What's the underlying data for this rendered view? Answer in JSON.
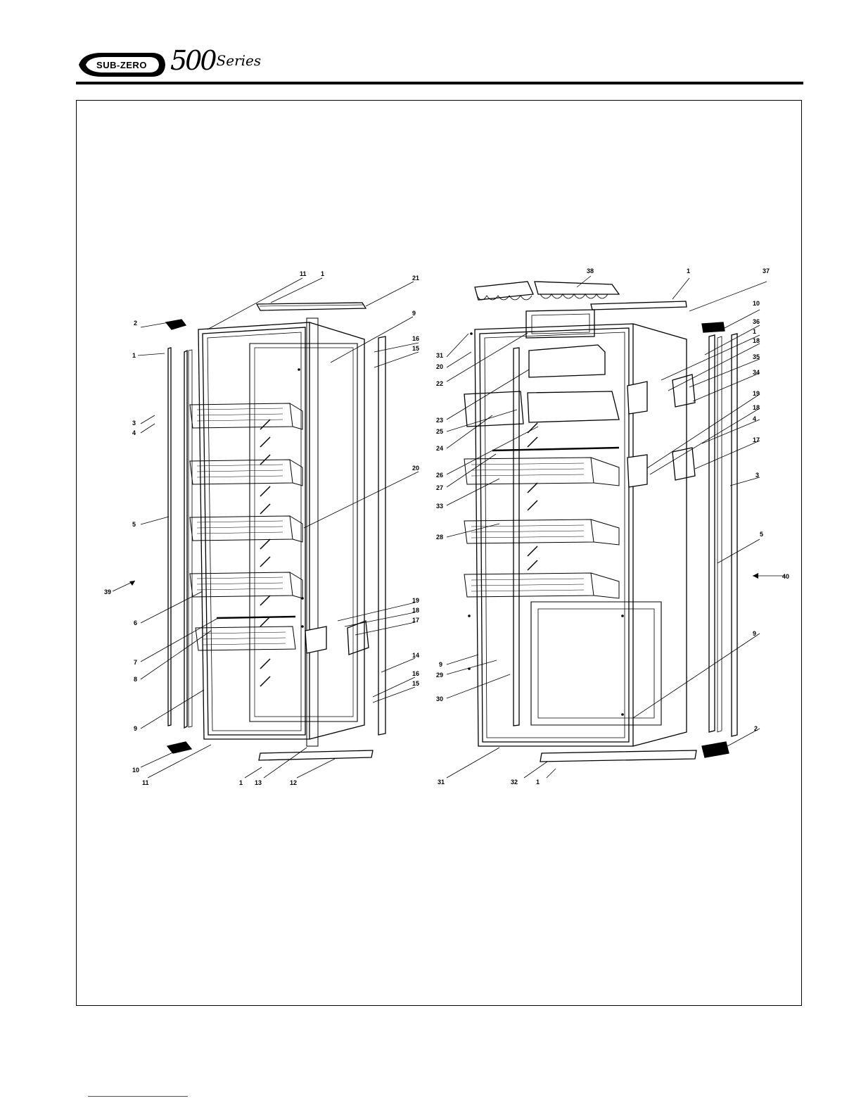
{
  "header": {
    "brand": "SUB-ZERO",
    "series_number": "500",
    "series_word": "Series"
  },
  "diagram": {
    "left_door_callouts": [
      {
        "id": "l-11a",
        "text": "11"
      },
      {
        "id": "l-1a",
        "text": "1"
      },
      {
        "id": "l-21",
        "text": "21"
      },
      {
        "id": "l-2",
        "text": "2"
      },
      {
        "id": "l-9a",
        "text": "9"
      },
      {
        "id": "l-16a",
        "text": "16"
      },
      {
        "id": "l-15a",
        "text": "15"
      },
      {
        "id": "l-1b",
        "text": "1"
      },
      {
        "id": "l-3",
        "text": "3"
      },
      {
        "id": "l-4",
        "text": "4"
      },
      {
        "id": "l-20",
        "text": "20"
      },
      {
        "id": "l-5",
        "text": "5"
      },
      {
        "id": "l-39",
        "text": "39"
      },
      {
        "id": "l-19",
        "text": "19"
      },
      {
        "id": "l-18",
        "text": "18"
      },
      {
        "id": "l-17",
        "text": "17"
      },
      {
        "id": "l-6",
        "text": "6"
      },
      {
        "id": "l-7",
        "text": "7"
      },
      {
        "id": "l-14",
        "text": "14"
      },
      {
        "id": "l-8",
        "text": "8"
      },
      {
        "id": "l-16b",
        "text": "16"
      },
      {
        "id": "l-15b",
        "text": "15"
      },
      {
        "id": "l-9b",
        "text": "9"
      },
      {
        "id": "l-10",
        "text": "10"
      },
      {
        "id": "l-11b",
        "text": "11"
      },
      {
        "id": "l-1c",
        "text": "1"
      },
      {
        "id": "l-13",
        "text": "13"
      },
      {
        "id": "l-12",
        "text": "12"
      }
    ],
    "right_door_callouts": [
      {
        "id": "r-38",
        "text": "38"
      },
      {
        "id": "r-1a",
        "text": "1"
      },
      {
        "id": "r-37",
        "text": "37"
      },
      {
        "id": "r-10",
        "text": "10"
      },
      {
        "id": "r-36",
        "text": "36"
      },
      {
        "id": "r-1b",
        "text": "1"
      },
      {
        "id": "r-18a",
        "text": "18"
      },
      {
        "id": "r-31a",
        "text": "31"
      },
      {
        "id": "r-20",
        "text": "20"
      },
      {
        "id": "r-35",
        "text": "35"
      },
      {
        "id": "r-22",
        "text": "22"
      },
      {
        "id": "r-34",
        "text": "34"
      },
      {
        "id": "r-23",
        "text": "23"
      },
      {
        "id": "r-25",
        "text": "25"
      },
      {
        "id": "r-24",
        "text": "24"
      },
      {
        "id": "r-19",
        "text": "19"
      },
      {
        "id": "r-18b",
        "text": "18"
      },
      {
        "id": "r-4",
        "text": "4"
      },
      {
        "id": "r-17",
        "text": "17"
      },
      {
        "id": "r-26",
        "text": "26"
      },
      {
        "id": "r-27",
        "text": "27"
      },
      {
        "id": "r-3",
        "text": "3"
      },
      {
        "id": "r-33",
        "text": "33"
      },
      {
        "id": "r-28",
        "text": "28"
      },
      {
        "id": "r-5",
        "text": "5"
      },
      {
        "id": "r-40",
        "text": "40"
      },
      {
        "id": "r-9a",
        "text": "9"
      },
      {
        "id": "r-9b",
        "text": "9"
      },
      {
        "id": "r-29",
        "text": "29"
      },
      {
        "id": "r-30",
        "text": "30"
      },
      {
        "id": "r-2",
        "text": "2"
      },
      {
        "id": "r-31b",
        "text": "31"
      },
      {
        "id": "r-32",
        "text": "32"
      },
      {
        "id": "r-1c",
        "text": "1"
      }
    ]
  }
}
